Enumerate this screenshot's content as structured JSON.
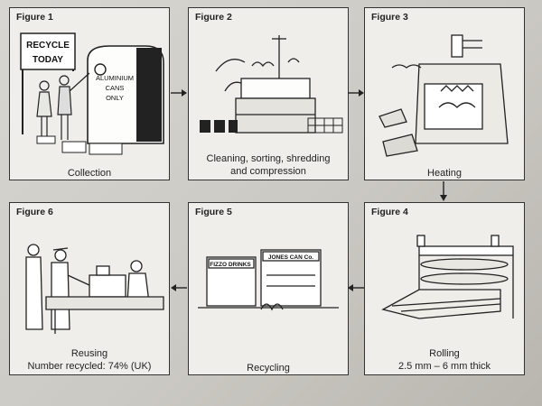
{
  "figures": [
    {
      "label": "Figure 1",
      "caption_lines": [
        "Collection"
      ],
      "sign_line1": "RECYCLE",
      "sign_line2": "TODAY",
      "bin_line1": "ALUMINIUM",
      "bin_line2": "CANS",
      "bin_line3": "ONLY"
    },
    {
      "label": "Figure 2",
      "caption_lines": [
        "Cleaning, sorting, shredding",
        "and compression"
      ]
    },
    {
      "label": "Figure 3",
      "caption_lines": [
        "Heating"
      ]
    },
    {
      "label": "Figure 4",
      "caption_lines": [
        "Rolling",
        "2.5 mm – 6 mm thick"
      ]
    },
    {
      "label": "Figure 5",
      "caption_lines": [
        "Recycling"
      ],
      "shop1": "FIZZO DRINKS",
      "shop2": "JONES CAN Co."
    },
    {
      "label": "Figure 6",
      "caption_lines": [
        "Reusing",
        "Number recycled: 74% (UK)"
      ]
    }
  ]
}
